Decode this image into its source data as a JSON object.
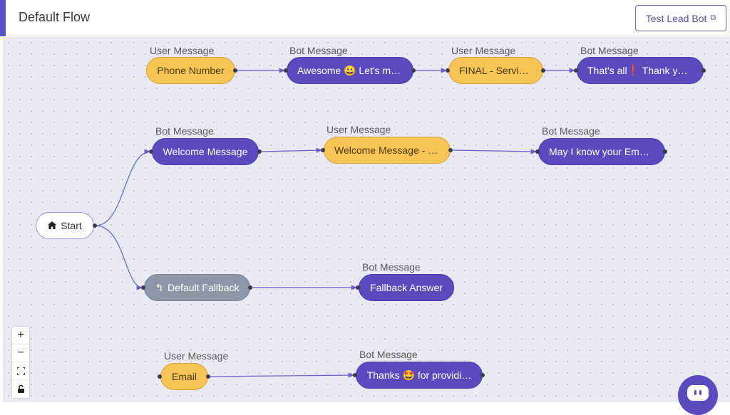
{
  "header": {
    "title": "Default Flow",
    "test_button": "Test Lead Bot",
    "external_icon": "⧉"
  },
  "flow": {
    "row1": {
      "n1": {
        "label": "User Message",
        "text": "Phone Number"
      },
      "n2": {
        "label": "Bot Message",
        "text": "Awesome 😀 Let's mo…"
      },
      "n3": {
        "label": "User Message",
        "text": "FINAL - Services"
      },
      "n4": {
        "label": "Bot Message",
        "text": "That's all❗ Thank you …"
      }
    },
    "row2": {
      "n1": {
        "label": "Bot Message",
        "text": "Welcome Message"
      },
      "n2": {
        "label": "User Message",
        "text": "Welcome Message - F…"
      },
      "n3": {
        "label": "Bot Message",
        "text": "May I know your Emai…"
      }
    },
    "start": {
      "icon": "home-icon",
      "text": "Start"
    },
    "row3": {
      "n1": {
        "text": "Default Fallback",
        "icon": "↰"
      },
      "n2": {
        "label": "Bot Message",
        "text": "Fallback Answer"
      }
    },
    "row4": {
      "n1": {
        "label": "User Message",
        "text": "Email"
      },
      "n2": {
        "label": "Bot Message",
        "text": "Thanks 🤩 for providi…"
      }
    }
  },
  "controls": {
    "zoom_in": "+",
    "zoom_out": "−",
    "fit_view": "⛶",
    "lock": "🔒"
  },
  "colors": {
    "accent": "#574bbd",
    "user_node": "#f8c455",
    "bot_node": "#574bbd",
    "fallback_node": "#8d97a7"
  }
}
